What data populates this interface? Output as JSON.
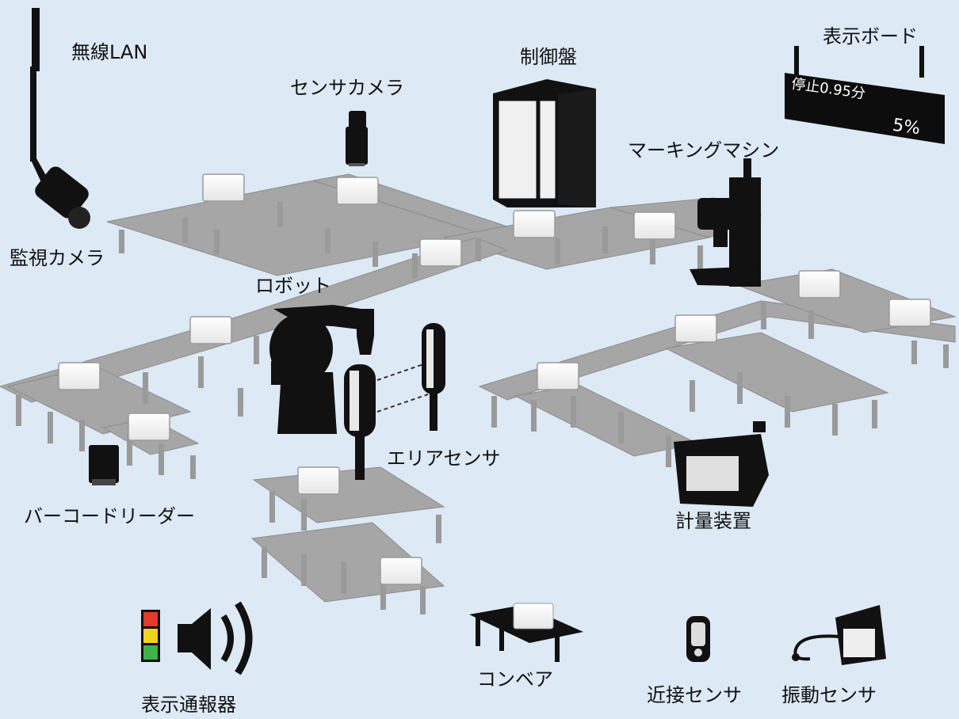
{
  "labels": {
    "wireless_lan": "無線LAN",
    "monitoring_camera": "監視カメラ",
    "sensor_camera": "センサカメラ",
    "control_panel": "制御盤",
    "display_board": "表示ボード",
    "marking_machine": "マーキングマシン",
    "robot": "ロボット",
    "area_sensor": "エリアセンサ",
    "barcode_reader": "バーコードリーダー",
    "weighing_device": "計量装置",
    "display_alarm": "表示通報器",
    "conveyor": "コンベア",
    "proximity_sensor": "近接センサ",
    "vibration_sensor": "振動センサ"
  },
  "display_board": {
    "status_text": "停止0.95分",
    "percent_text": "5%"
  },
  "colors": {
    "background": "#dde9f5",
    "conveyor": "#a8a8a8",
    "conveyor_dark": "#8a8a8a",
    "box": "#f5f5f5",
    "equipment": "#111111",
    "signal_red": "#e03b2b",
    "signal_yellow": "#f2d21b",
    "signal_green": "#3db34a"
  },
  "icons": [
    "antenna-icon",
    "camera-icon",
    "sensor-camera-icon",
    "control-cabinet-icon",
    "display-board-icon",
    "marking-machine-icon",
    "robot-arm-icon",
    "area-sensor-icon",
    "barcode-reader-icon",
    "weighing-device-icon",
    "signal-tower-icon",
    "speaker-icon",
    "conveyor-icon",
    "proximity-sensor-icon",
    "vibration-sensor-icon"
  ]
}
